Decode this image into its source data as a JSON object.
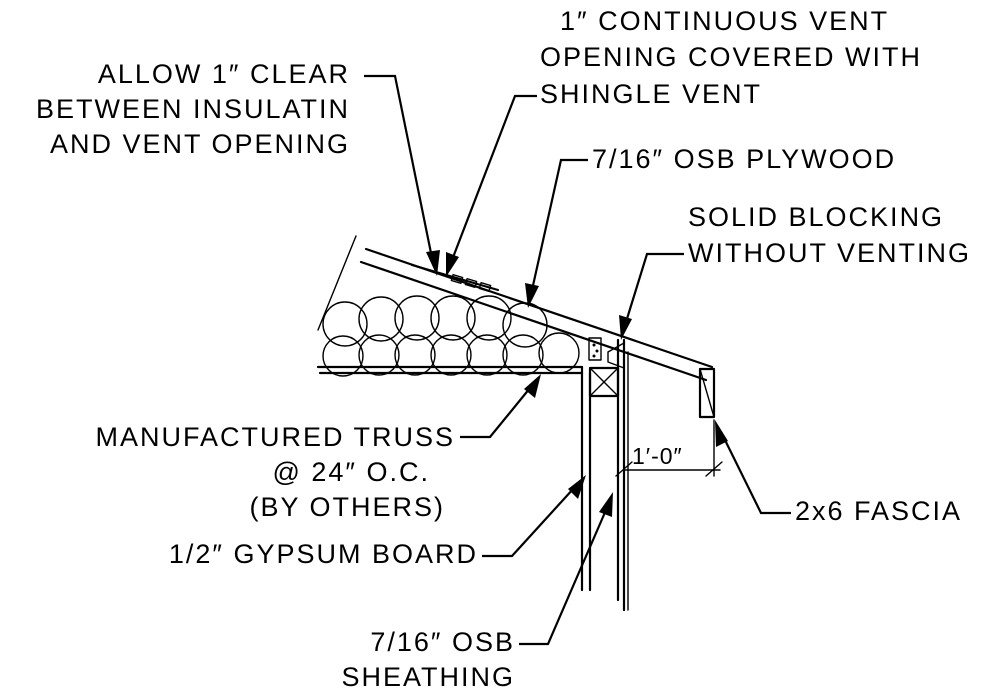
{
  "labels": {
    "clear_line1": "ALLOW 1″ CLEAR",
    "clear_line2": "BETWEEN INSULATIN",
    "clear_line3": "AND VENT OPENING",
    "vent_line1": "1″ CONTINUOUS VENT",
    "vent_line2": "OPENING COVERED WITH",
    "vent_line3": "SHINGLE VENT",
    "osb_plywood": "7/16″ OSB PLYWOOD",
    "blocking_line1": "SOLID BLOCKING",
    "blocking_line2": "WITHOUT VENTING",
    "truss_line1": "MANUFACTURED TRUSS",
    "truss_line2": "@ 24″ O.C.",
    "truss_line3": "(BY OTHERS)",
    "gypsum": "1/2″ GYPSUM BOARD",
    "sheathing_line1": "7/16″ OSB",
    "sheathing_line2": "SHEATHING",
    "fascia": "2x6 FASCIA"
  },
  "dimension": {
    "overhang": "1′-0″"
  }
}
